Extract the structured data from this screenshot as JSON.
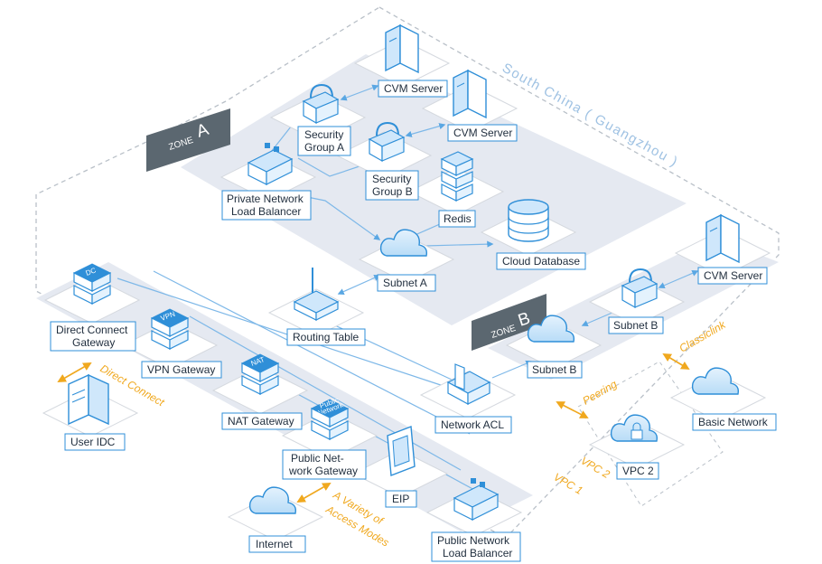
{
  "region": "South China ( Guangzhou )",
  "zone_a": {
    "prefix": "ZONE",
    "letter": "A"
  },
  "zone_b": {
    "prefix": "ZONE",
    "letter": "B"
  },
  "nodes": {
    "cvm_server_1": "CVM Server",
    "cvm_server_2": "CVM Server",
    "cvm_server_3": "CVM Server",
    "security_group_a": [
      "Security",
      "Group A"
    ],
    "security_group_b": [
      "Security",
      "Group B"
    ],
    "private_nlb": [
      "Private Network",
      "Load Balancer"
    ],
    "redis": "Redis",
    "cloud_database": "Cloud Database",
    "subnet_a": "Subnet A",
    "subnet_b_upper": "Subnet B",
    "subnet_b_lower": "Subnet B",
    "routing_table": "Routing Table",
    "network_acl": "Network ACL",
    "direct_connect_gateway": [
      "Direct Connect",
      "Gateway"
    ],
    "vpn_gateway": "VPN Gateway",
    "nat_gateway": "NAT Gateway",
    "public_network_gateway": [
      "Public Net-",
      "work Gateway"
    ],
    "eip": "EIP",
    "public_nlb": [
      "Public Network",
      "Load Balancer"
    ],
    "user_idc": "User IDC",
    "internet": "Internet",
    "vpc2": "VPC 2",
    "basic_network": "Basic Network"
  },
  "chips": {
    "dc": "DC",
    "vpn": "VPN",
    "nat": "NAT",
    "public_network": [
      "Public",
      "Network"
    ]
  },
  "annotations": {
    "direct_connect": "Direct Connect",
    "variety": [
      "A Variety of",
      "Access Modes"
    ],
    "peering": "Peering",
    "classiclink": "Classiclink",
    "vpc1": "VPC 1",
    "vpc2_region": "VPC 2"
  },
  "colors": {
    "accent": "#2f8fd8",
    "icon_light": "#cfe7fb",
    "band": "#e4e8f0",
    "orange": "#f0a81e",
    "zone_tag": "#5b6770"
  }
}
